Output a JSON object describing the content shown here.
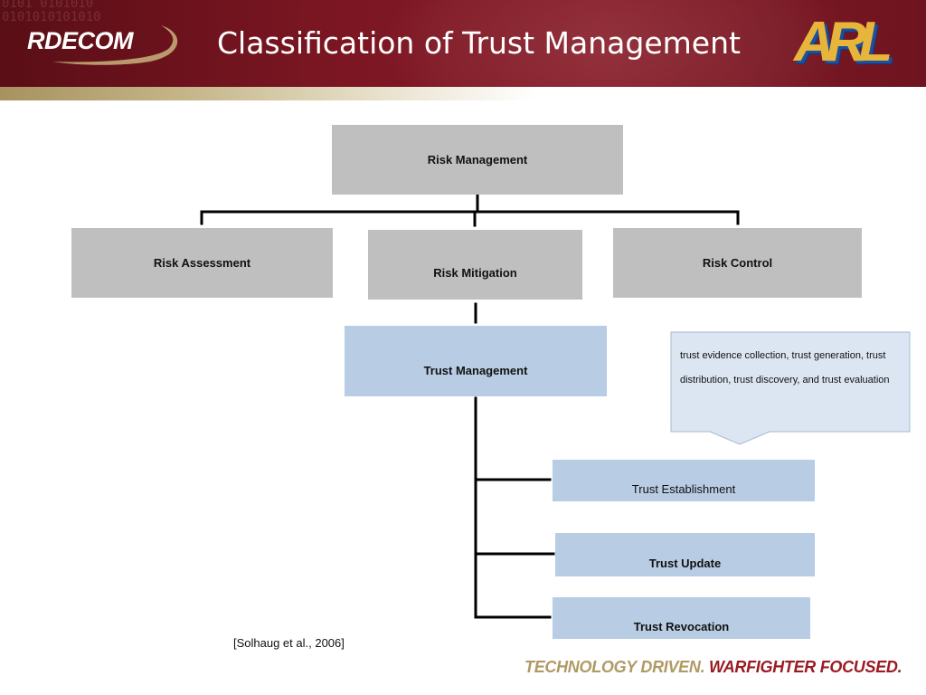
{
  "header": {
    "title": "Classification of Trust Management",
    "left_logo_text": "RDECOM",
    "right_logo_text": "ARL"
  },
  "diagram": {
    "root": "Risk Management",
    "level2": [
      "Risk Assessment",
      "Risk Mitigation",
      "Risk Control"
    ],
    "trust_management": "Trust Management",
    "callout": "trust evidence collection, trust generation, trust distribution, trust discovery, and trust evaluation",
    "trust_children": [
      "Trust Establishment",
      "Trust Update",
      "Trust Revocation"
    ]
  },
  "citation": "[Solhaug et al., 2006]",
  "footer": {
    "tagline_part1": "TECHNOLOGY DRIVEN.",
    "tagline_part2": "WARFIGHTER FOCUSED."
  },
  "colors": {
    "header_maroon": "#7a1622",
    "gray_box": "#bfbfbf",
    "blue_box": "#b8cce4",
    "callout_fill": "#dce6f2",
    "tagline_gold": "#b09a64",
    "tagline_red": "#9b1b23"
  }
}
